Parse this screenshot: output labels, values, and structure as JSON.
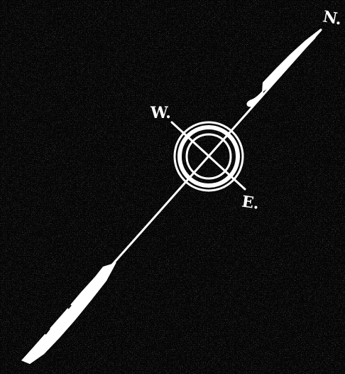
{
  "compass": {
    "north_label": "N.",
    "west_label": "W.",
    "east_label": "E."
  },
  "colors": {
    "background": "#050505",
    "ink": "#ffffff"
  }
}
